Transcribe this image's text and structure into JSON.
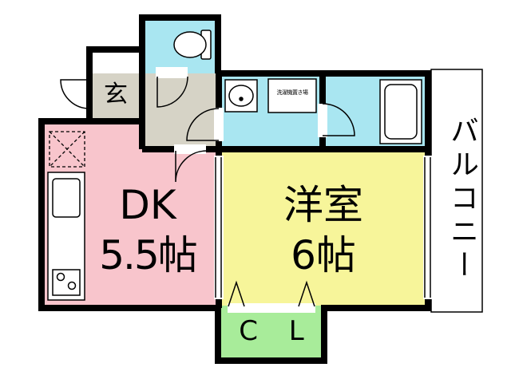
{
  "floorplan": {
    "rooms": {
      "dk": {
        "name": "DK",
        "size": "5.5帖",
        "fill": "#f8c5cc"
      },
      "western": {
        "name": "洋室",
        "size": "6帖",
        "fill": "#f7f59a"
      },
      "closet": {
        "name": "C L",
        "fill": "#a8ec9a"
      },
      "entrance": {
        "name": "玄",
        "fill": "#d6d3c6"
      },
      "laundry": {
        "name": "洗濯機置き場"
      },
      "balcony": {
        "name": "バルコニー"
      }
    },
    "colors": {
      "wall": "#000000",
      "wet_area": "#a9e6f1",
      "hall": "#d6d3c6",
      "fixture": "#ffffff"
    }
  }
}
